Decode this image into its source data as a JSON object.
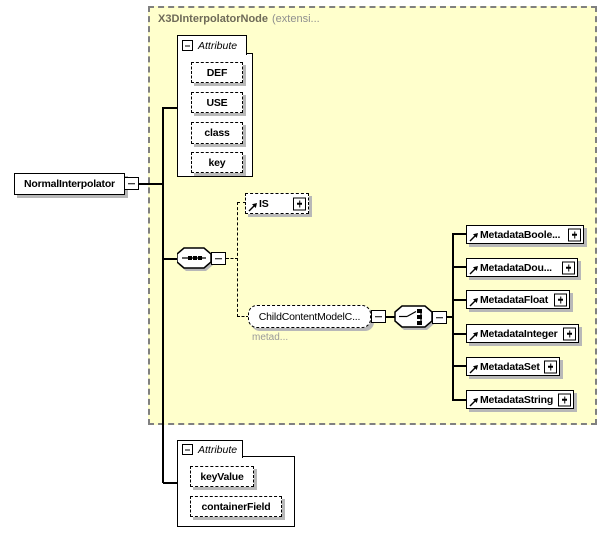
{
  "diagram": {
    "root_element": {
      "label": "NormalInterpolator"
    },
    "extension_container": {
      "title": "X3DInterpolatorNode",
      "subtitle": "(extensi...",
      "background": "#FFFFCC",
      "border_color": "#808080"
    },
    "top_attribute_group": {
      "label": "Attribute",
      "attributes": [
        "DEF",
        "USE",
        "class",
        "key"
      ]
    },
    "is_element": {
      "label": "IS"
    },
    "child_content_group": {
      "label": "ChildContentModelC...",
      "annotation": "metad..."
    },
    "metadata_elements": [
      "MetadataBoole...",
      "MetadataDou...",
      "MetadataFloat",
      "MetadataInteger",
      "MetadataSet",
      "MetadataString"
    ],
    "bottom_attribute_group": {
      "label": "Attribute",
      "attributes": [
        "keyValue",
        "containerField"
      ]
    },
    "icons": {
      "sequence": "sequence-compositor",
      "choice": "choice-compositor",
      "reference": "global-element-reference-arrow"
    },
    "colors": {
      "container_bg": "#FFFFCC",
      "container_border": "#808080",
      "box_border": "#000000",
      "shadow": "#b8b8b8",
      "title_text": "#6e6a58",
      "subtitle_text": "#8f8f8f",
      "annotation_text": "#9a9a9a"
    }
  }
}
